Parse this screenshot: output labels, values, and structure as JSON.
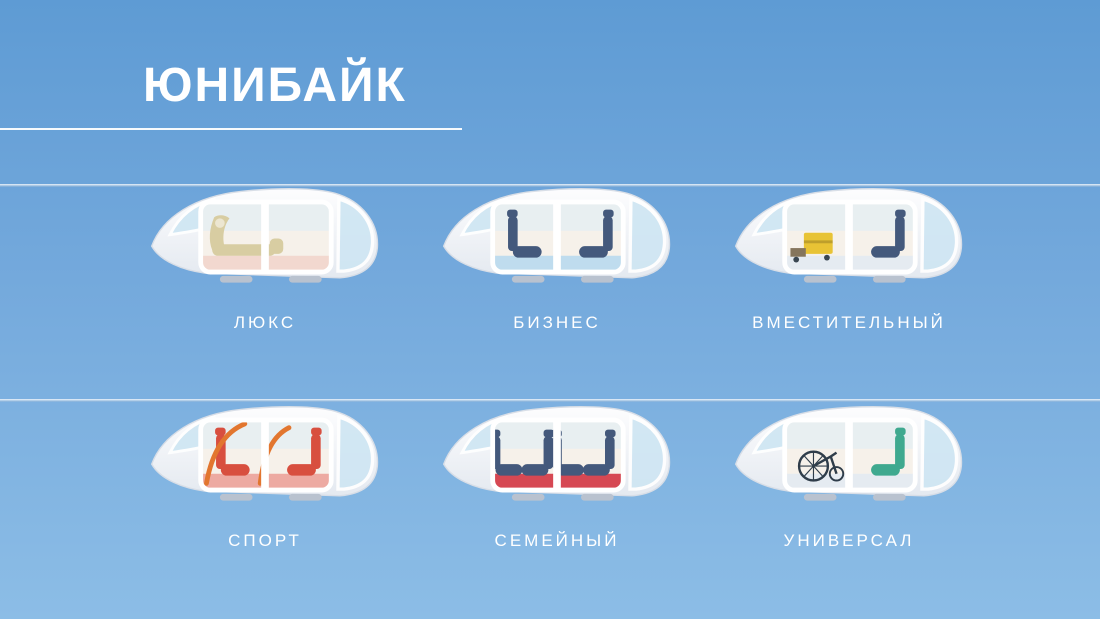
{
  "slide": {
    "title": "ЮНИБАЙК",
    "background_top": "#5e9bd4",
    "background_mid": "#74a9dc",
    "background_bottom": "#8cbde6",
    "line_color": "#ffffff"
  },
  "models": [
    {
      "id": "lux",
      "label": "ЛЮКС",
      "features": [
        "lounge"
      ],
      "colors": {
        "seat": "#d8cda2",
        "floor": "#f2d8cf",
        "accent": "#e9e2d2"
      }
    },
    {
      "id": "business",
      "label": "БИЗНЕС",
      "features": [
        "seat-b-left",
        "seat-b-right"
      ],
      "colors": {
        "seat": "#44597c",
        "floor": "#bfdcee",
        "accent": "#8fc3e0"
      }
    },
    {
      "id": "capacious",
      "label": "ВМЕСТИТЕЛЬНЫЙ",
      "features": [
        "cargo",
        "seat-b-right"
      ],
      "colors": {
        "seat": "#44597c",
        "floor": "#e5ebf1",
        "accent": "#e8c335"
      }
    },
    {
      "id": "sport",
      "label": "СПОРТ",
      "features": [
        "cage",
        "seat-b-left",
        "seat-b-right"
      ],
      "colors": {
        "seat": "#d84f3f",
        "floor": "#edaaa2",
        "accent": "#e2762f"
      }
    },
    {
      "id": "family",
      "label": "СЕМЕЙНЫЙ",
      "features": [
        "seat-f1",
        "seat-f2",
        "seat-f3",
        "seat-f4"
      ],
      "colors": {
        "seat": "#44597c",
        "floor": "#d64853",
        "accent": "#a9c3d6"
      }
    },
    {
      "id": "universal",
      "label": "УНИВЕРСАЛ",
      "features": [
        "bike",
        "seat-b-right"
      ],
      "colors": {
        "seat": "#3fa98f",
        "floor": "#e5ebf1",
        "accent": "#5a6a78"
      }
    }
  ]
}
